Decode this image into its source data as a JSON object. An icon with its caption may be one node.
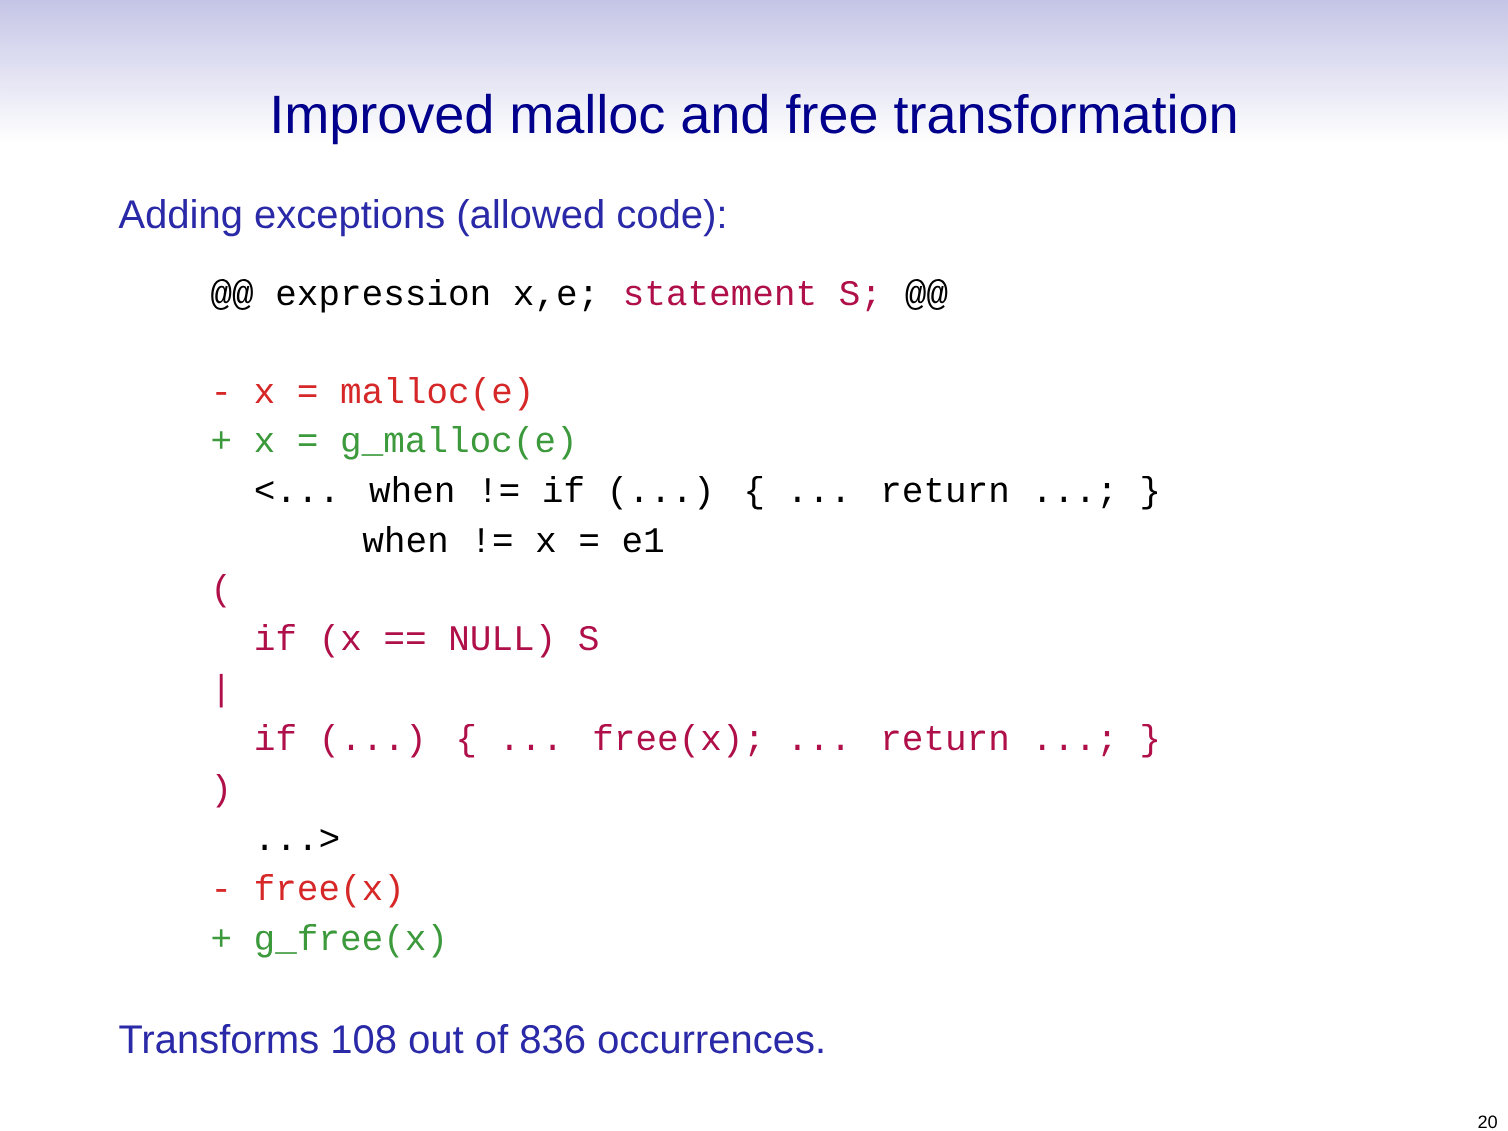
{
  "diagram": {
    "title": "Improved malloc and free transformation",
    "labels": [
      "Adding exceptions (allowed code):",
      "@@ expression x,e;",
      "statement S;",
      "@@",
      "- x = malloc(e)",
      "+ x = g_malloc(e)",
      "<... when != if (...) { ... return ...; }",
      "when != x = e1",
      "(",
      "if (x == NULL) S",
      "|",
      "if (...) { ... free(x); ... return ...; }",
      ")",
      "...>",
      "- free(x)",
      "+ g_free(x)",
      "Transforms 108 out of 836 occurrences.",
      "20"
    ]
  }
}
